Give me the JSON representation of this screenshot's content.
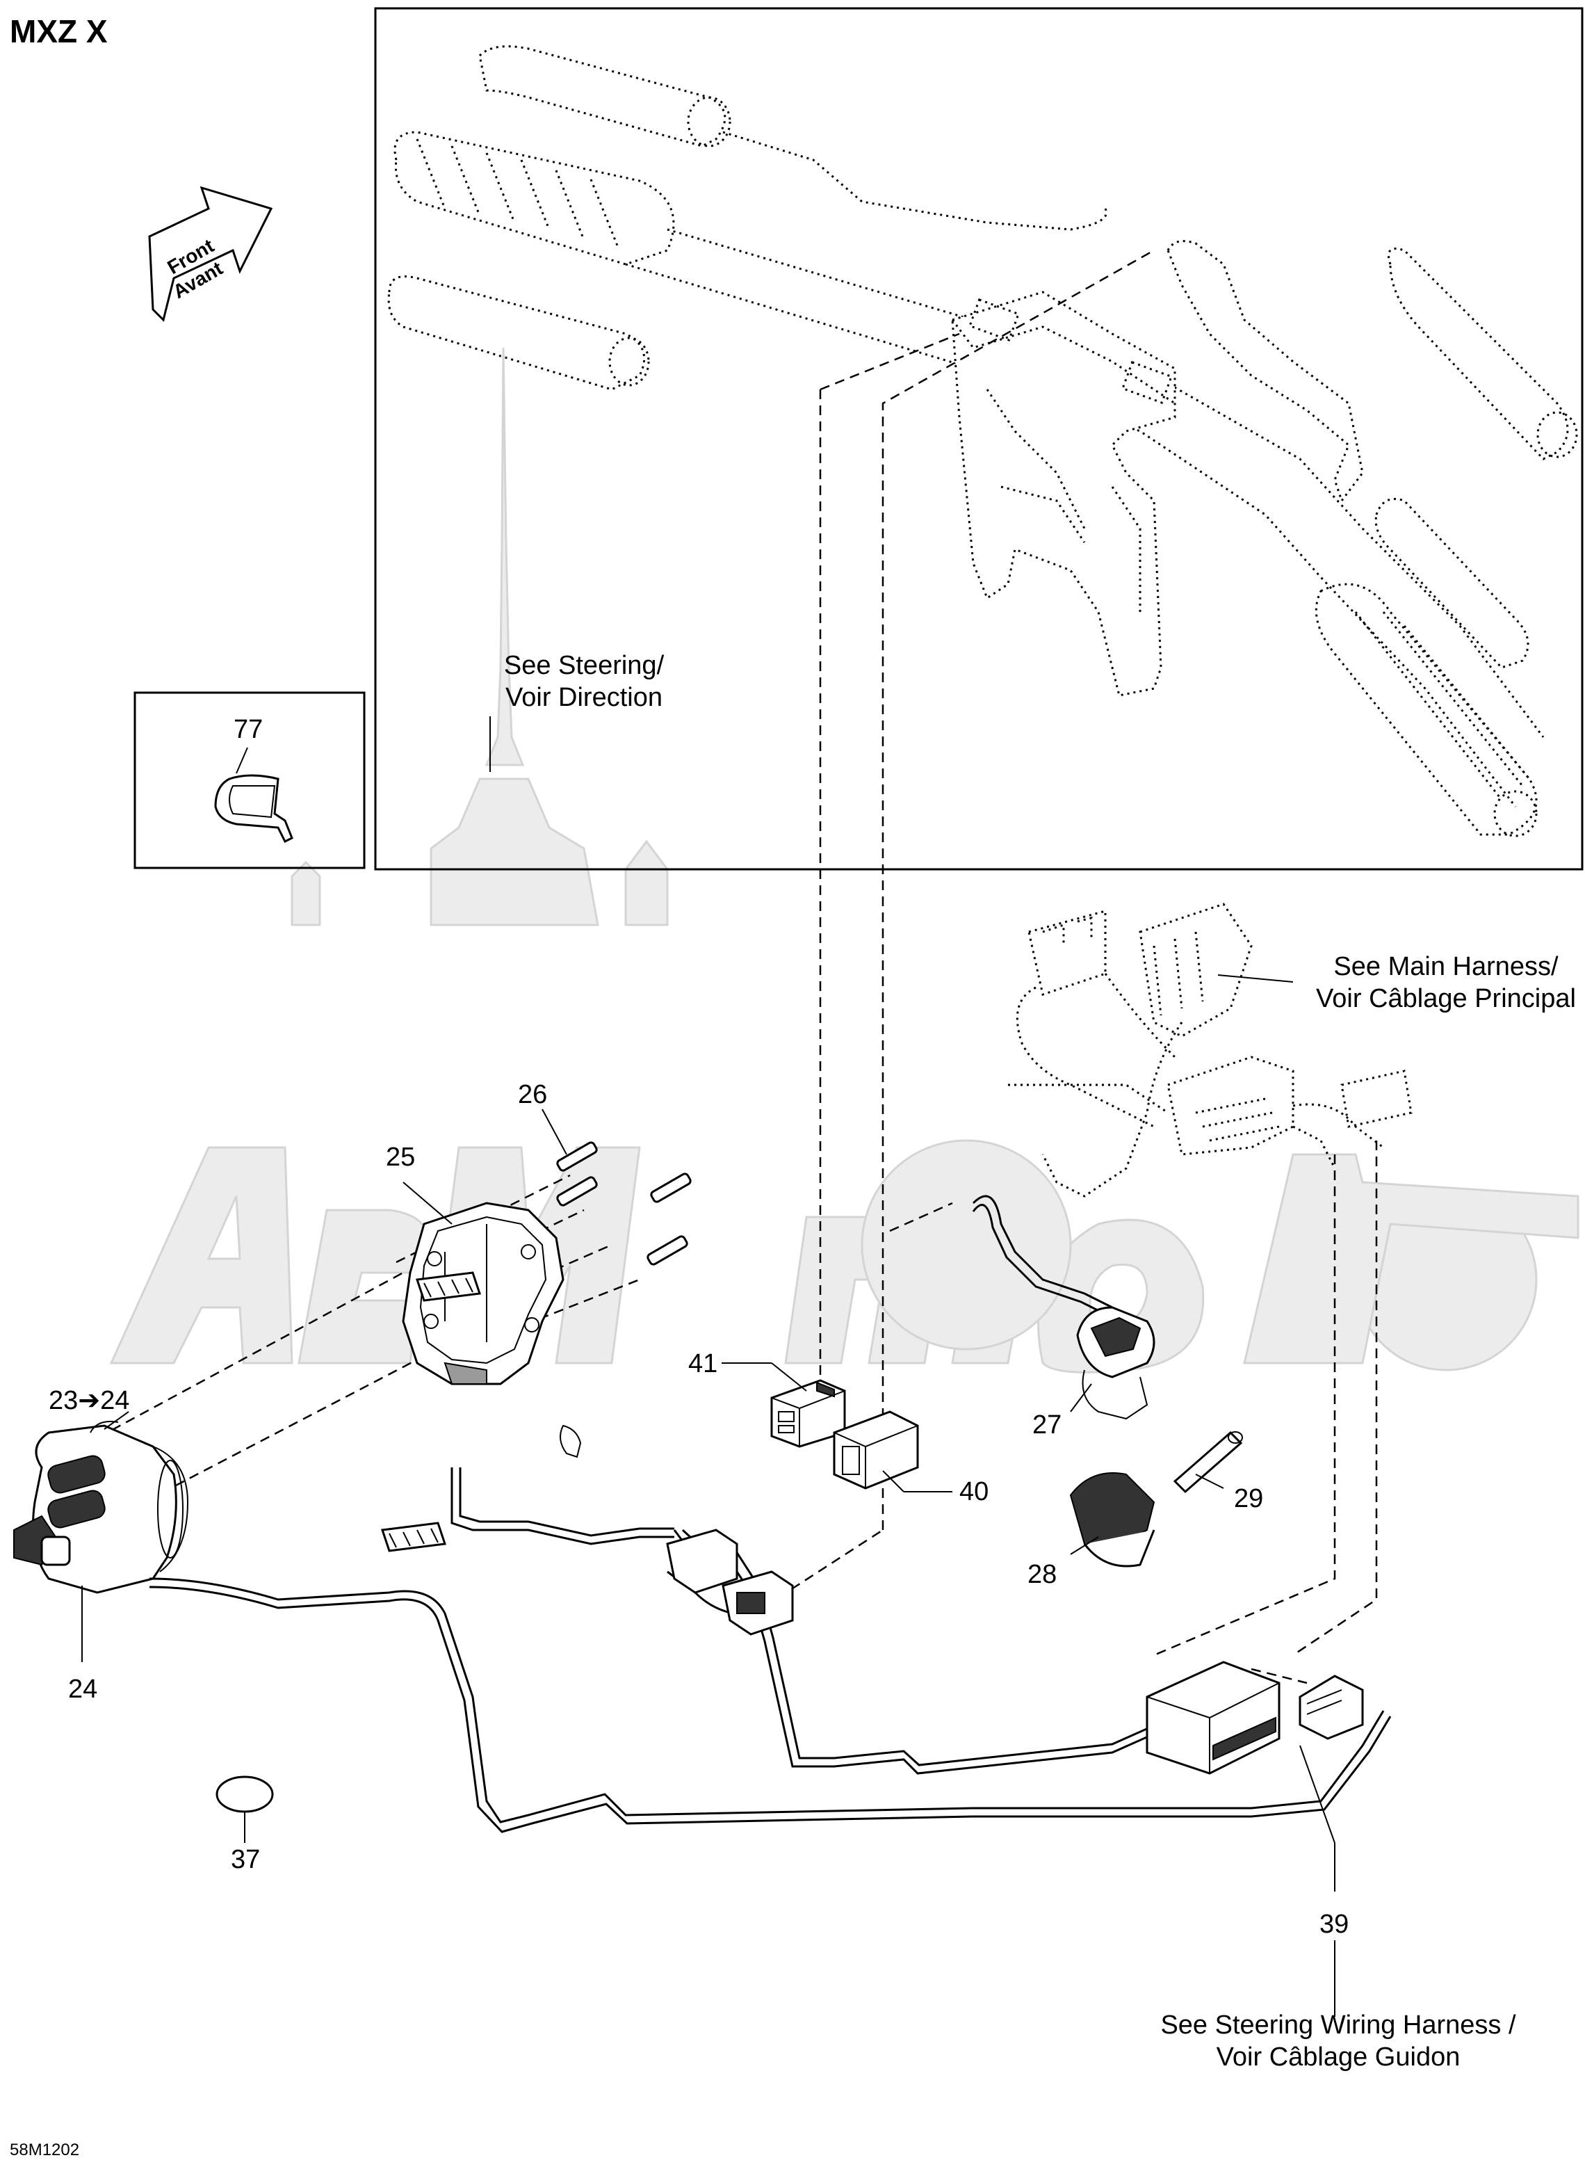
{
  "header": {
    "model": "MXZ X"
  },
  "front_arrow": {
    "line1": "Front",
    "line2": "Avant"
  },
  "notes": {
    "steering": "See Steering/\nVoir Direction",
    "main_harness": "See Main Harness/\nVoir Câblage Principal",
    "steering_wiring": "See Steering Wiring Harness /\nVoir Câblage Guidon"
  },
  "callouts": [
    "77",
    "26",
    "25",
    "23➔24",
    "24",
    "41",
    "40",
    "27",
    "29",
    "28",
    "37",
    "39"
  ],
  "footer": {
    "drawing_code": "58M1202"
  }
}
